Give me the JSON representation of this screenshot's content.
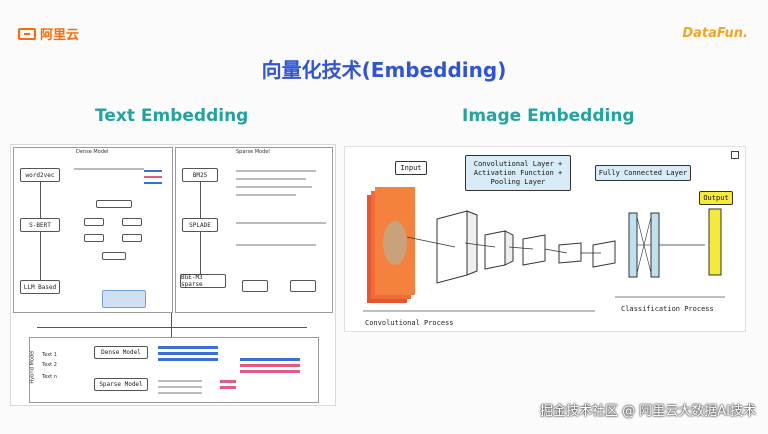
{
  "header": {
    "aliyun_logo_text": "阿里云",
    "datafun_logo_text": "DataFun."
  },
  "page_title": "向量化技术(Embedding)",
  "sections": {
    "text_title": "Text Embedding",
    "image_title": "Image Embedding"
  },
  "text_figure": {
    "dense_model_label": "Dense Model",
    "sparse_model_label": "Sparse Model",
    "hybrid_model_label": "Hybrid Model",
    "dense_boxes": [
      "word2vec",
      "S-BERT",
      "LLM Based"
    ],
    "sparse_boxes": [
      "BM25",
      "SPLADE",
      "BGE-M3 sparse"
    ],
    "hybrid_inputs": [
      "Text 1",
      "Text 2",
      "Text n"
    ],
    "hybrid_dense": "Dense Model",
    "hybrid_sparse": "Sparse Model"
  },
  "image_figure": {
    "input_label": "Input",
    "conv_layer_label": "Convolutional Layer + Activation Function + Pooling Layer",
    "fc_layer_label": "Fully Connected Layer",
    "output_label": "Output",
    "conv_process_label": "Convolutional Process",
    "class_process_label": "Classification Process"
  },
  "watermark": "掘金技术社区 @ 阿里云大数据AI技术",
  "colors": {
    "title_blue": "#2f55d4",
    "section_teal": "#22a3a0",
    "brand_orange": "#ff6a00",
    "datafun_orange": "#f3a521"
  }
}
